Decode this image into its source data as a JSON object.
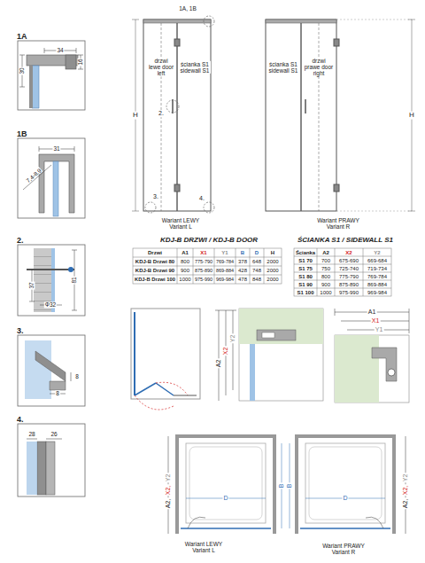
{
  "diagram": {
    "nodes": [
      {
        "text": [
          "1A"
        ]
      },
      {
        "text": [
          "1B"
        ]
      },
      {
        "text": [
          "2."
        ]
      },
      {
        "text": [
          "3."
        ]
      },
      {
        "text": [
          "4."
        ]
      }
    ],
    "labels": [
      "1A, 1B",
      "H",
      "drzwi lewe door left",
      "ścianka S1 sidewall S1",
      "2.",
      "3.",
      "4.",
      "Wariant LEWY Variant L",
      "ścianka S1 sidewall S1",
      "drzwi prawe door right",
      "H",
      "Wariant PRAWY Variant R",
      "34",
      "16",
      "30",
      "31",
      "7,4-8,9",
      "37",
      "81",
      "Φ32",
      "8",
      "8",
      "28",
      "26",
      "KDJ-B DRZWI / KDJ-B DOOR",
      "ŚCIANKA S1 / SIDEWALL S1",
      "Drzwi",
      "A1",
      "X1",
      "Y1",
      "B",
      "D",
      "H",
      "KDJ-B Drzwi 80",
      "800",
      "775-790",
      "769-784",
      "378",
      "648",
      "2000",
      "KDJ-B Drzwi 90",
      "900",
      "875-890",
      "869-884",
      "428",
      "748",
      "2000",
      "KDJ-B Drzwi 100",
      "1000",
      "975-990",
      "969-984",
      "478",
      "848",
      "2000",
      "Ścianka",
      "A2",
      "X2",
      "Y2",
      "S1 70",
      "700",
      "675-690",
      "669-684",
      "S1 75",
      "750",
      "725-740",
      "719-734",
      "S1 80",
      "800",
      "775-790",
      "769-784",
      "S1 90",
      "900",
      "875-890",
      "869-884",
      "S1 100",
      "1000",
      "975-990",
      "969-984",
      "A2",
      "X2",
      "Y2",
      "A1",
      "X1",
      "Y1",
      "A2,",
      "X2,",
      "Y2",
      "B",
      "D",
      "Wariant LEWY Variant L",
      "D",
      "B",
      "A2,",
      "X2,",
      "Y2",
      "Wariant PRAWY Variant R"
    ]
  }
}
